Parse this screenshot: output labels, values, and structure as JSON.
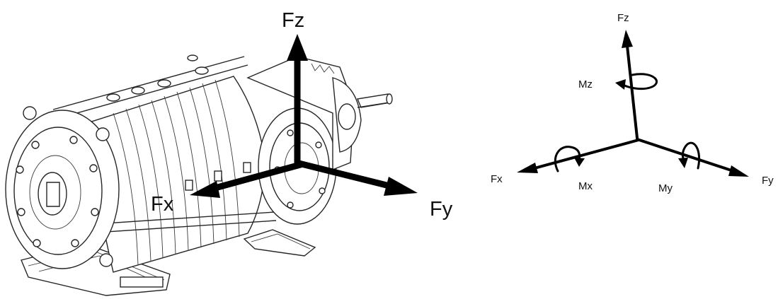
{
  "left_diagram": {
    "labels": {
      "fz": "Fz",
      "fx": "Fx",
      "fy": "Fy"
    }
  },
  "right_diagram": {
    "labels": {
      "fz": "Fz",
      "mz": "Mz",
      "fx": "Fx",
      "mx": "Mx",
      "my": "My",
      "fy": "Fy"
    }
  },
  "colors": {
    "line": "#262626",
    "axis": "#000000",
    "background": "#ffffff"
  }
}
